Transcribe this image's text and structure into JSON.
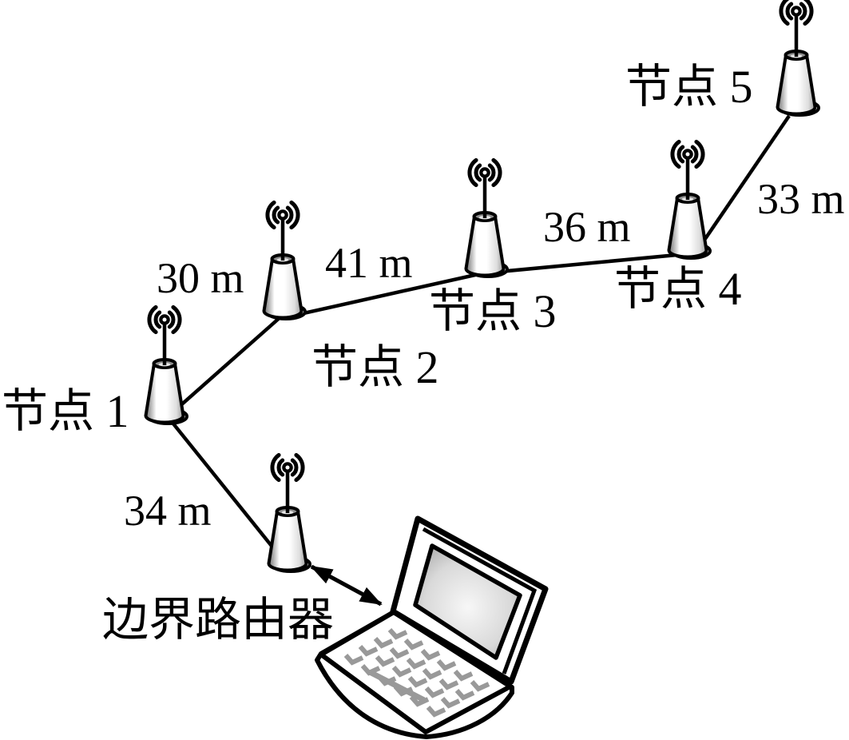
{
  "figure": {
    "background_color": "#ffffff",
    "ink_color": "#000000",
    "keyboard_gray": "#999999",
    "nodes": {
      "node1": "节点 1",
      "node2": "节点 2",
      "node3": "节点 3",
      "node4": "节点 4",
      "node5": "节点 5",
      "router": "边界路由器"
    },
    "distances": {
      "d12": "30 m",
      "d23": "41 m",
      "d34": "36 m",
      "d45": "33 m",
      "d1r": "34 m"
    },
    "links": [
      {
        "from": "节点 1",
        "to": "节点 2",
        "label": "30 m"
      },
      {
        "from": "节点 2",
        "to": "节点 3",
        "label": "41 m"
      },
      {
        "from": "节点 3",
        "to": "节点 4",
        "label": "36 m"
      },
      {
        "from": "节点 4",
        "to": "节点 5",
        "label": "33 m"
      },
      {
        "from": "节点 1",
        "to": "边界路由器",
        "label": "34 m"
      },
      {
        "from": "边界路由器",
        "to": "laptop",
        "label": "",
        "style": "double-headed-arrow"
      }
    ]
  }
}
